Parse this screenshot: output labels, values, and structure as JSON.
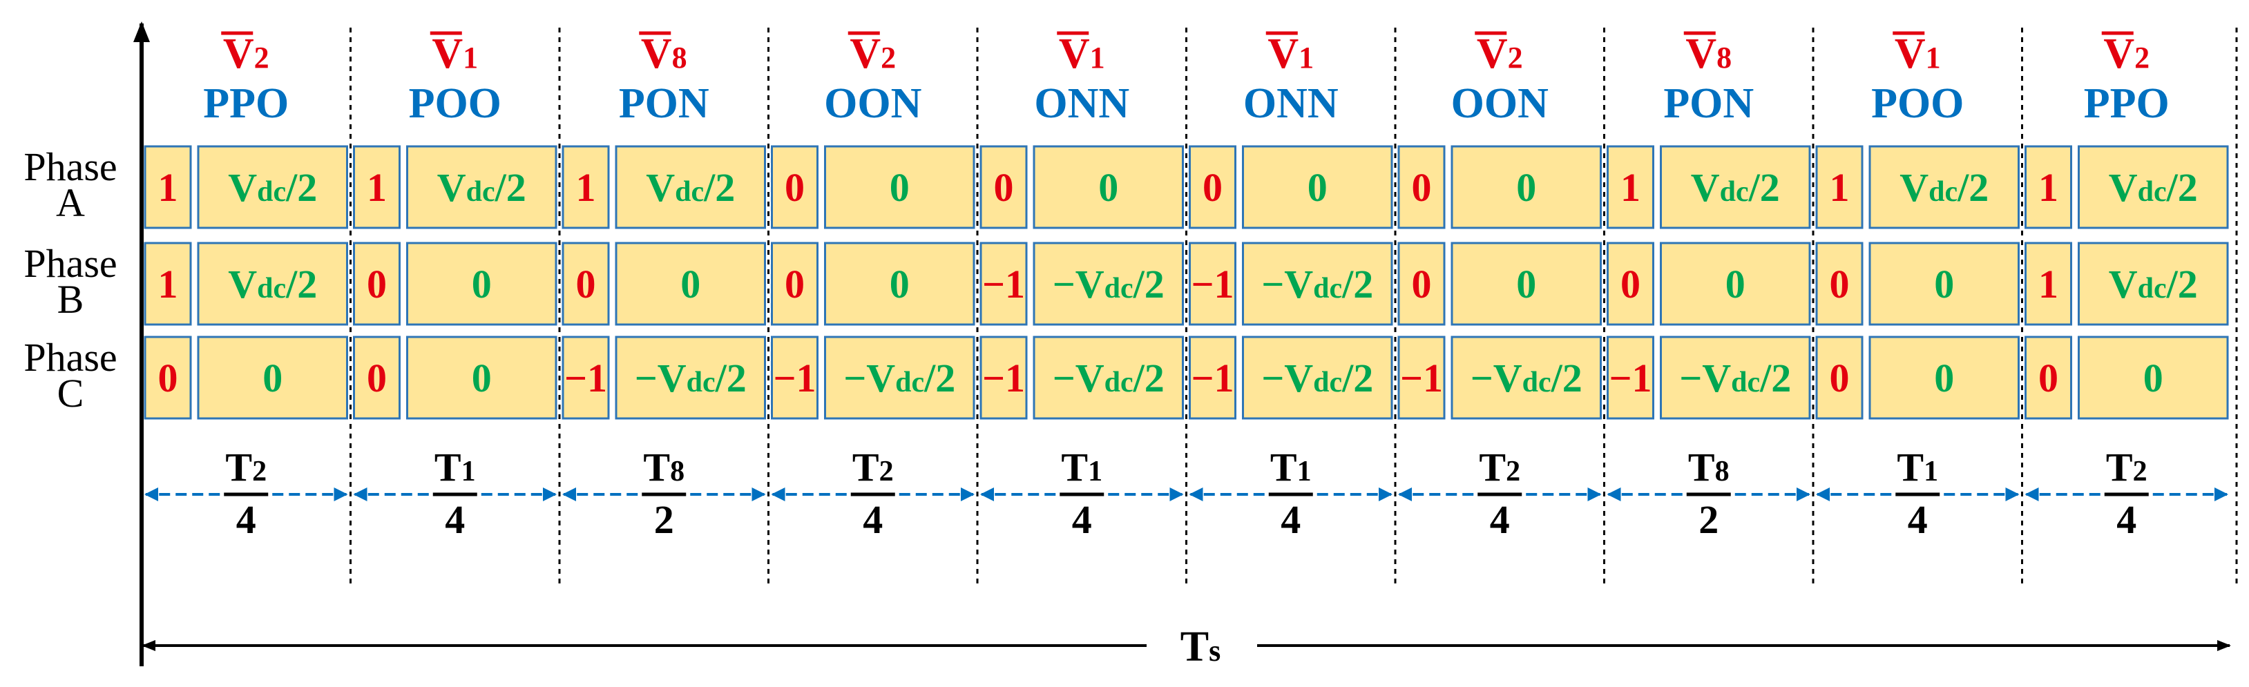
{
  "colors": {
    "vector_red": "#e3000f",
    "state_blue": "#0070c0",
    "value_green": "#00a651",
    "cell_fill": "#ffe699",
    "cell_border": "#2e75b6",
    "arrow_blue": "#0070c0",
    "axis_black": "#000000"
  },
  "rows": [
    {
      "label_line1": "Phase",
      "label_line2": "A"
    },
    {
      "label_line1": "Phase",
      "label_line2": "B"
    },
    {
      "label_line1": "Phase",
      "label_line2": "C"
    }
  ],
  "segments": [
    {
      "vector": "V",
      "sub": "2",
      "state": "PPO",
      "t_num": "T",
      "t_sub": "2",
      "t_den": "4",
      "cells": [
        {
          "n": "1",
          "v": "Vdc/2"
        },
        {
          "n": "1",
          "v": "Vdc/2"
        },
        {
          "n": "0",
          "v": "0"
        }
      ]
    },
    {
      "vector": "V",
      "sub": "1",
      "state": "POO",
      "t_num": "T",
      "t_sub": "1",
      "t_den": "4",
      "cells": [
        {
          "n": "1",
          "v": "Vdc/2"
        },
        {
          "n": "0",
          "v": "0"
        },
        {
          "n": "0",
          "v": "0"
        }
      ]
    },
    {
      "vector": "V",
      "sub": "8",
      "state": "PON",
      "t_num": "T",
      "t_sub": "8",
      "t_den": "2",
      "cells": [
        {
          "n": "1",
          "v": "Vdc/2"
        },
        {
          "n": "0",
          "v": "0"
        },
        {
          "n": "−1",
          "v": "−Vdc/2"
        }
      ]
    },
    {
      "vector": "V",
      "sub": "2",
      "state": "OON",
      "t_num": "T",
      "t_sub": "2",
      "t_den": "4",
      "cells": [
        {
          "n": "0",
          "v": "0"
        },
        {
          "n": "0",
          "v": "0"
        },
        {
          "n": "−1",
          "v": "−Vdc/2"
        }
      ]
    },
    {
      "vector": "V",
      "sub": "1",
      "state": "ONN",
      "t_num": "T",
      "t_sub": "1",
      "t_den": "4",
      "cells": [
        {
          "n": "0",
          "v": "0"
        },
        {
          "n": "−1",
          "v": "−Vdc/2"
        },
        {
          "n": "−1",
          "v": "−Vdc/2"
        }
      ]
    },
    {
      "vector": "V",
      "sub": "1",
      "state": "ONN",
      "t_num": "T",
      "t_sub": "1",
      "t_den": "4",
      "cells": [
        {
          "n": "0",
          "v": "0"
        },
        {
          "n": "−1",
          "v": "−Vdc/2"
        },
        {
          "n": "−1",
          "v": "−Vdc/2"
        }
      ]
    },
    {
      "vector": "V",
      "sub": "2",
      "state": "OON",
      "t_num": "T",
      "t_sub": "2",
      "t_den": "4",
      "cells": [
        {
          "n": "0",
          "v": "0"
        },
        {
          "n": "0",
          "v": "0"
        },
        {
          "n": "−1",
          "v": "−Vdc/2"
        }
      ]
    },
    {
      "vector": "V",
      "sub": "8",
      "state": "PON",
      "t_num": "T",
      "t_sub": "8",
      "t_den": "2",
      "cells": [
        {
          "n": "1",
          "v": "Vdc/2"
        },
        {
          "n": "0",
          "v": "0"
        },
        {
          "n": "−1",
          "v": "−Vdc/2"
        }
      ]
    },
    {
      "vector": "V",
      "sub": "1",
      "state": "POO",
      "t_num": "T",
      "t_sub": "1",
      "t_den": "4",
      "cells": [
        {
          "n": "1",
          "v": "Vdc/2"
        },
        {
          "n": "0",
          "v": "0"
        },
        {
          "n": "0",
          "v": "0"
        }
      ]
    },
    {
      "vector": "V",
      "sub": "2",
      "state": "PPO",
      "t_num": "T",
      "t_sub": "2",
      "t_den": "4",
      "cells": [
        {
          "n": "1",
          "v": "Vdc/2"
        },
        {
          "n": "1",
          "v": "Vdc/2"
        },
        {
          "n": "0",
          "v": "0"
        }
      ]
    }
  ],
  "period": {
    "label": "Ts"
  }
}
